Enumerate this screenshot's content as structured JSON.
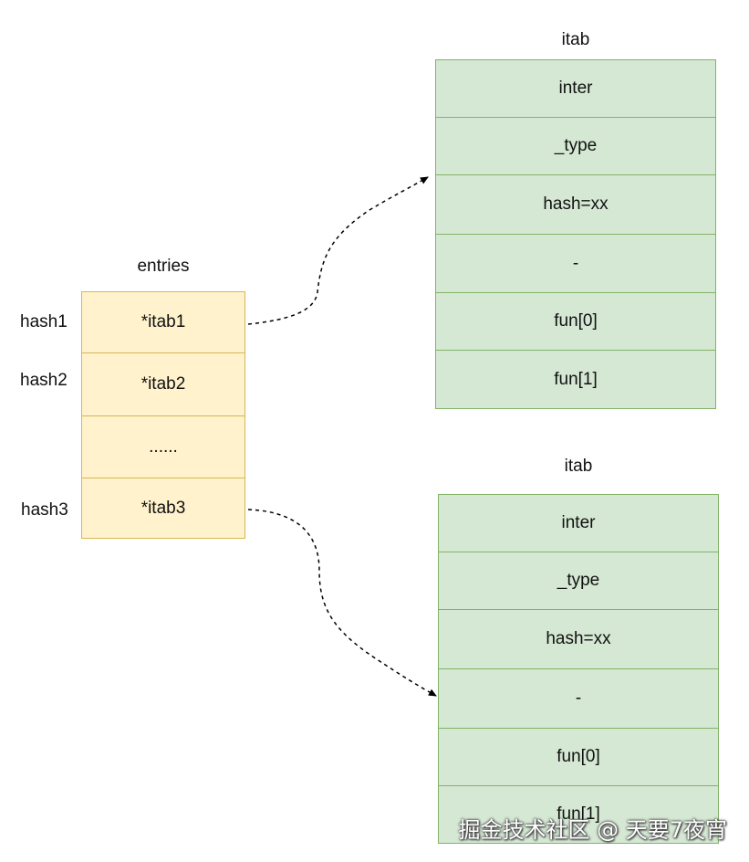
{
  "entries": {
    "title": "entries",
    "cells": [
      "*itab1",
      "*itab2",
      "......",
      "*itab3"
    ],
    "hash_labels": [
      "hash1",
      "hash2",
      "hash3"
    ]
  },
  "itabs": [
    {
      "title": "itab",
      "cells": [
        "inter",
        "_type",
        "hash=xx",
        "-",
        "fun[0]",
        "fun[1]"
      ]
    },
    {
      "title": "itab",
      "cells": [
        "inter",
        "_type",
        "hash=xx",
        "-",
        "fun[0]",
        "fun[1]"
      ]
    }
  ],
  "watermark": "掘金技术社区 @ 天要7夜宵",
  "colors": {
    "entry_fill": "#fff2cc",
    "entry_stroke": "#d6b656",
    "itab_fill": "#d5e8d4",
    "itab_stroke": "#82b366"
  }
}
